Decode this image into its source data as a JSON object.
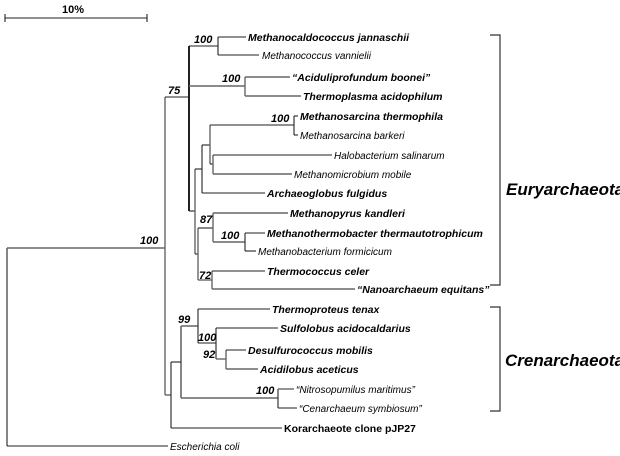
{
  "scale_bar": {
    "label": "10%"
  },
  "groups": {
    "eury": "Euryarchaeota",
    "cren": "Crenarchaeota"
  },
  "leaves": [
    {
      "name": "Methanocaldococcus jannaschii",
      "bold": true
    },
    {
      "name": "Methanococcus vannielii",
      "bold": false
    },
    {
      "name": "“Aciduliprofundum boonei”",
      "bold": true
    },
    {
      "name": "Thermoplasma acidophilum",
      "bold": true
    },
    {
      "name": "Methanosarcina thermophila",
      "bold": true
    },
    {
      "name": "Methanosarcina barkeri",
      "bold": false
    },
    {
      "name": "Halobacterium salinarum",
      "bold": false
    },
    {
      "name": "Methanomicrobium mobile",
      "bold": false
    },
    {
      "name": "Archaeoglobus fulgidus",
      "bold": true
    },
    {
      "name": "Methanopyrus kandleri",
      "bold": true
    },
    {
      "name": "Methanothermobacter thermautotrophicum",
      "bold": true
    },
    {
      "name": "Methanobacterium formicicum",
      "bold": false
    },
    {
      "name": "Thermococcus celer",
      "bold": true
    },
    {
      "name": "“Nanoarchaeum equitans”",
      "bold": true
    },
    {
      "name": "Thermoproteus tenax",
      "bold": true
    },
    {
      "name": "Sulfolobus acidocaldarius",
      "bold": true
    },
    {
      "name": "Desulfurococcus mobilis",
      "bold": true
    },
    {
      "name": "Acidilobus aceticus",
      "bold": true
    },
    {
      "name": "“Nitrosopumilus maritimus”",
      "bold": false
    },
    {
      "name": "“Cenarchaeum symbiosum”",
      "bold": false
    },
    {
      "name": "Korarchaeote clone pJP27",
      "bold": true
    },
    {
      "name": "Escherichia coli",
      "bold": false
    }
  ],
  "bootstrap": {
    "root": "100",
    "eury": "75",
    "methanococcus": "100",
    "thermoplasma": "100",
    "methanosarcina": "100",
    "methanopyrus_group": "87",
    "methanobacteria": "100",
    "thermococcus": "72",
    "cren_core": "99",
    "sulfolobus_group": "100",
    "desulfurococcus": "92",
    "thaum": "100"
  }
}
